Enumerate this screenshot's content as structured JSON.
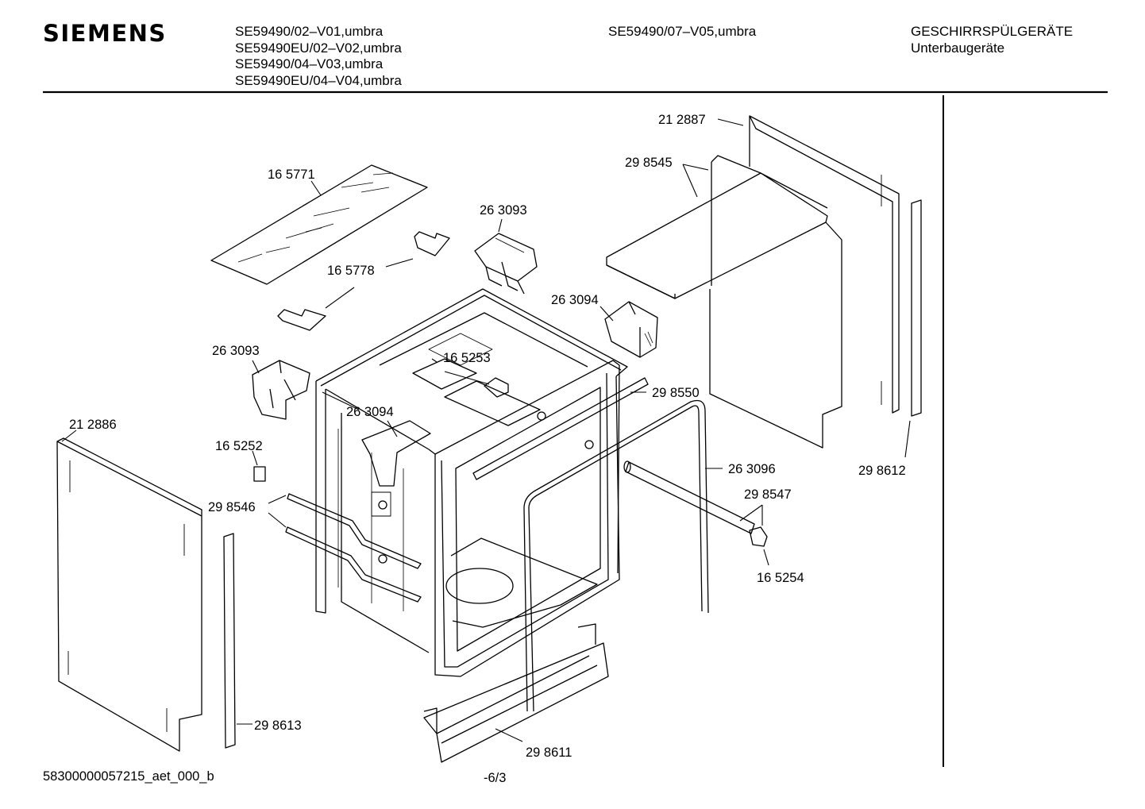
{
  "brand": "SIEMENS",
  "models_col1": [
    "SE59490/02–V01,umbra",
    "SE59490EU/02–V02,umbra",
    "SE59490/04–V03,umbra",
    "SE59490EU/04–V04,umbra"
  ],
  "models_col2": [
    "SE59490/07–V05,umbra"
  ],
  "category": {
    "title": "GESCHIRRSPÜLGERÄTE",
    "subtitle": "Unterbaugeräte"
  },
  "parts": [
    "21 2887",
    "29 8545",
    "16 5771",
    "26 3093",
    "16 5778",
    "26 3094",
    "26 3093",
    "16 5253",
    "29 8550",
    "26 3094",
    "21 2886",
    "16 5252",
    "26 3096",
    "29 8612",
    "29 8547",
    "29 8546",
    "16 5254",
    "29 8613",
    "29 8611"
  ],
  "footer": {
    "doc_id": "58300000057215_aet_000_b",
    "page": "-6/3"
  }
}
